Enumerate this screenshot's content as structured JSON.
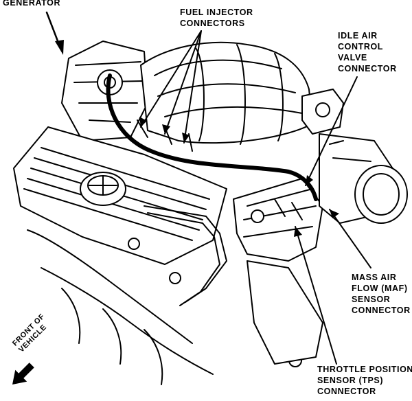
{
  "labels": {
    "generator": "GENERATOR",
    "fuel_injector": [
      "FUEL INJECTOR",
      "CONNECTORS"
    ],
    "iac": [
      "IDLE AIR",
      "CONTROL",
      "VALVE",
      "CONNECTOR"
    ],
    "maf": [
      "MASS AIR",
      "FLOW (MAF)",
      "SENSOR",
      "CONNECTOR"
    ],
    "tps": [
      "THROTTLE POSITION",
      "SENSOR (TPS)",
      "CONNECTOR"
    ],
    "front": [
      "FRONT OF",
      "VEHICLE"
    ]
  },
  "colors": {
    "ink": "#000000",
    "paper": "#ffffff"
  }
}
